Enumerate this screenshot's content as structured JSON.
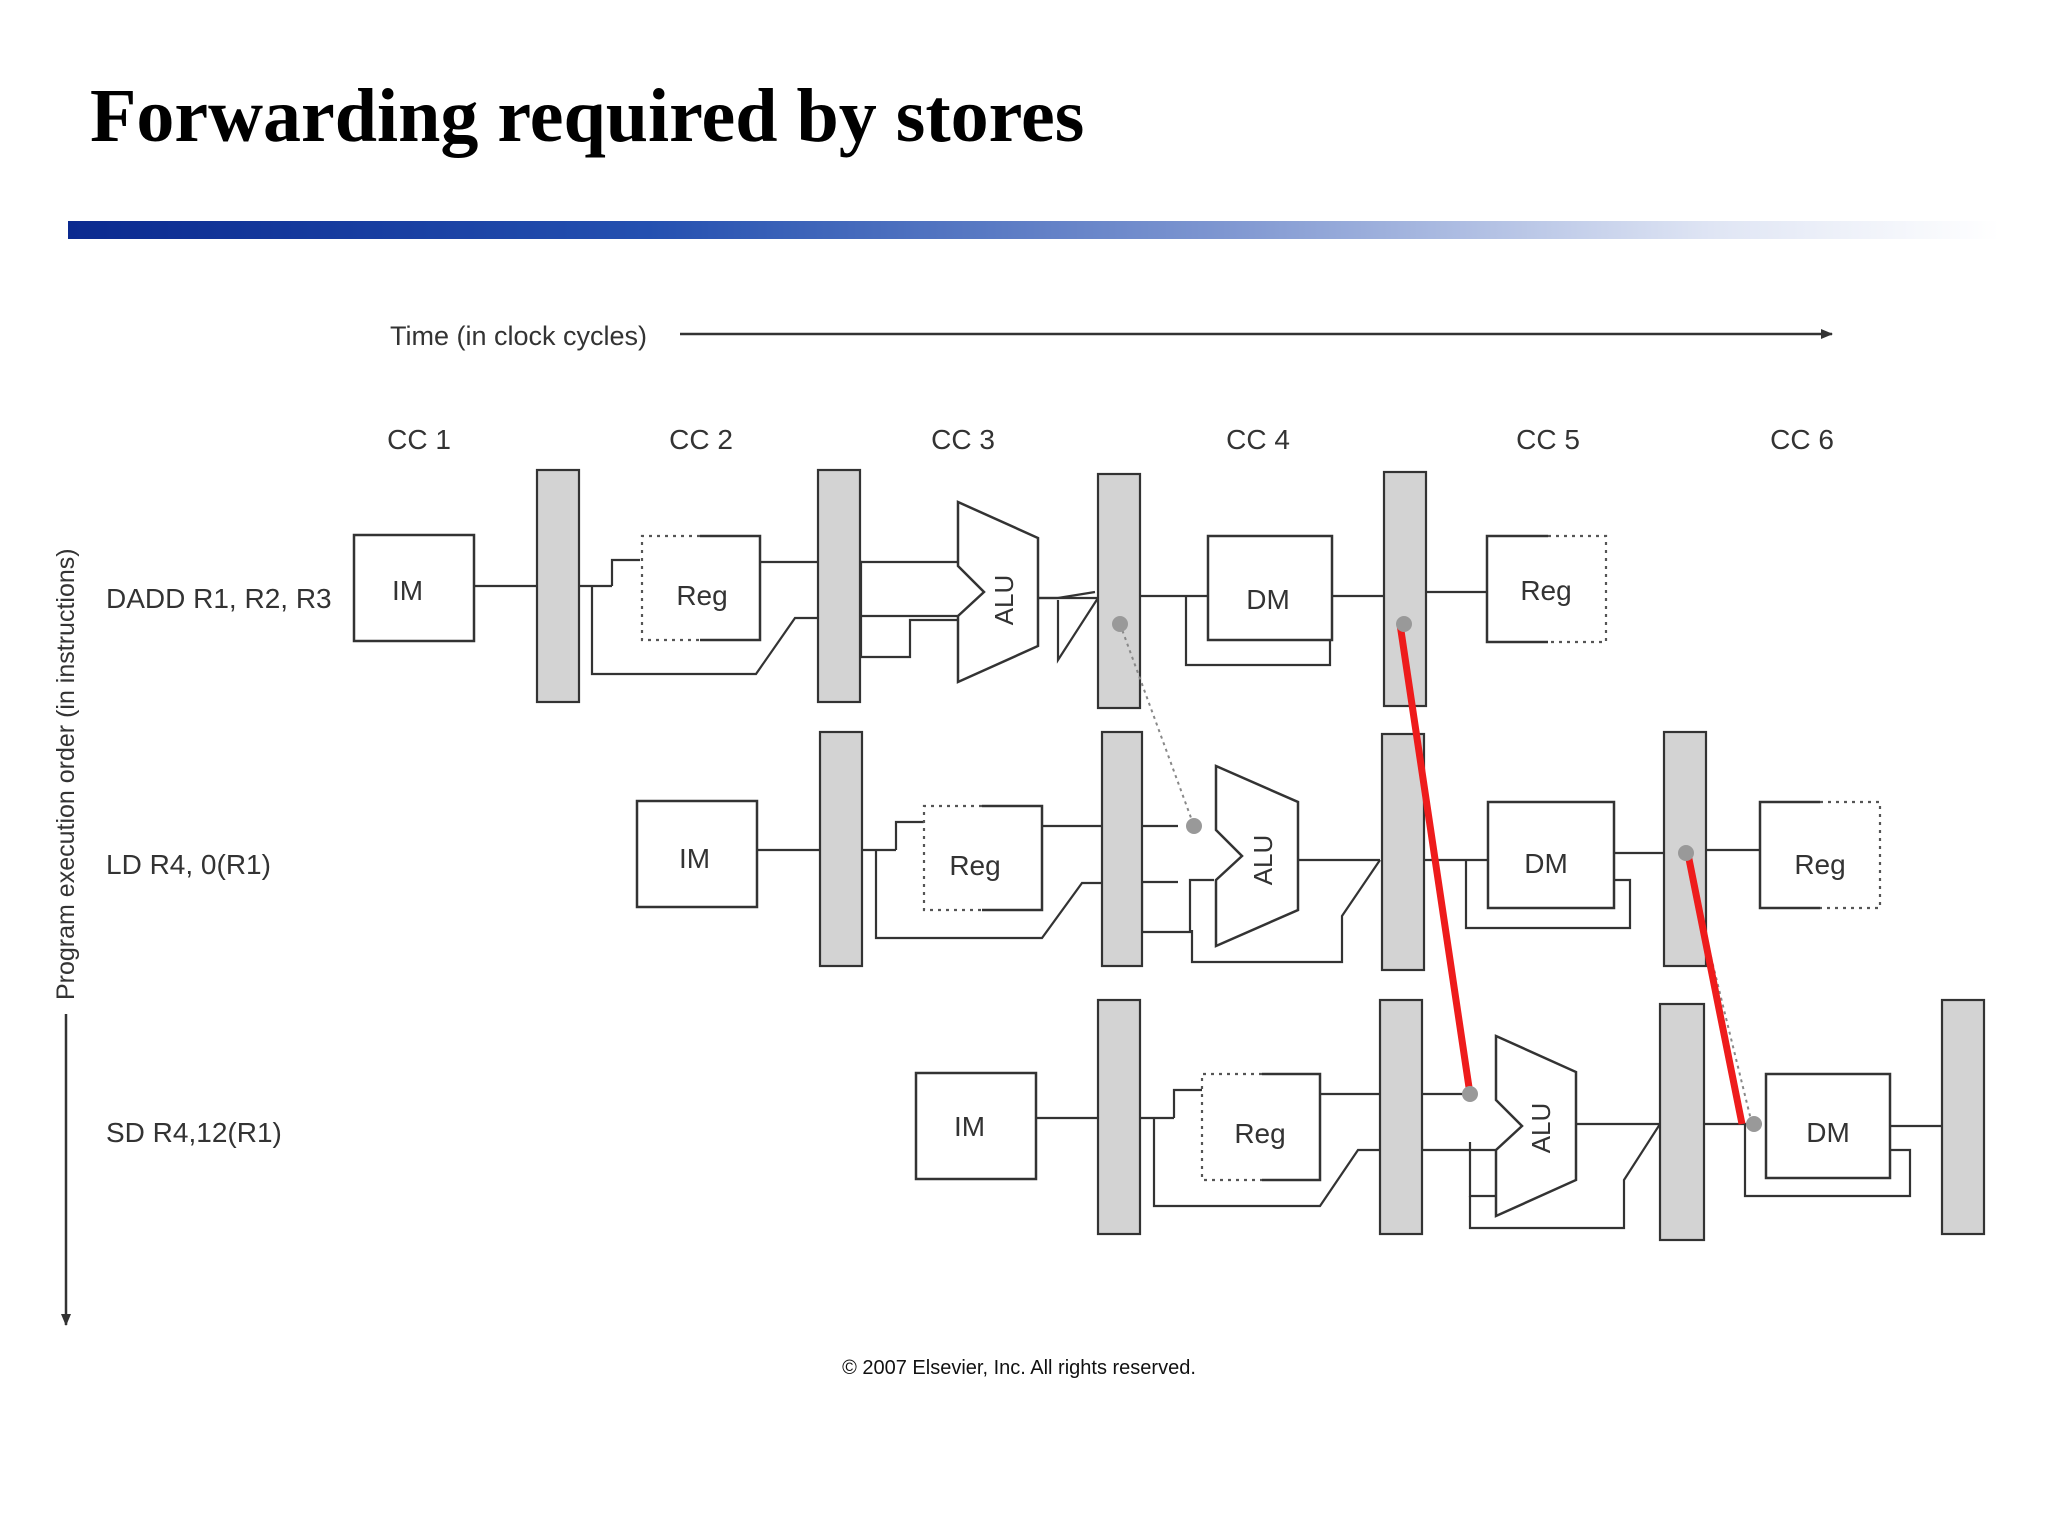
{
  "title": "Forwarding required by stores",
  "time_axis_label": "Time (in clock cycles)",
  "order_axis_label": "Program execution order (in instructions)",
  "cycles": [
    "CC 1",
    "CC 2",
    "CC 3",
    "CC 4",
    "CC 5",
    "CC 6"
  ],
  "instructions": [
    {
      "label": "DADD R1, R2, R3"
    },
    {
      "label": "LD R4, 0(R1)"
    },
    {
      "label": "SD R4,12(R1)"
    }
  ],
  "stages": {
    "im": "IM",
    "reg": "Reg",
    "alu": "ALU",
    "dm": "DM"
  },
  "copyright": "© 2007 Elsevier, Inc. All rights reserved.",
  "colors": {
    "pipeline_register": "#d3d3d3",
    "forwarding_line": "#ee1c1c",
    "title_rule_dark": "#0b2a8f"
  }
}
